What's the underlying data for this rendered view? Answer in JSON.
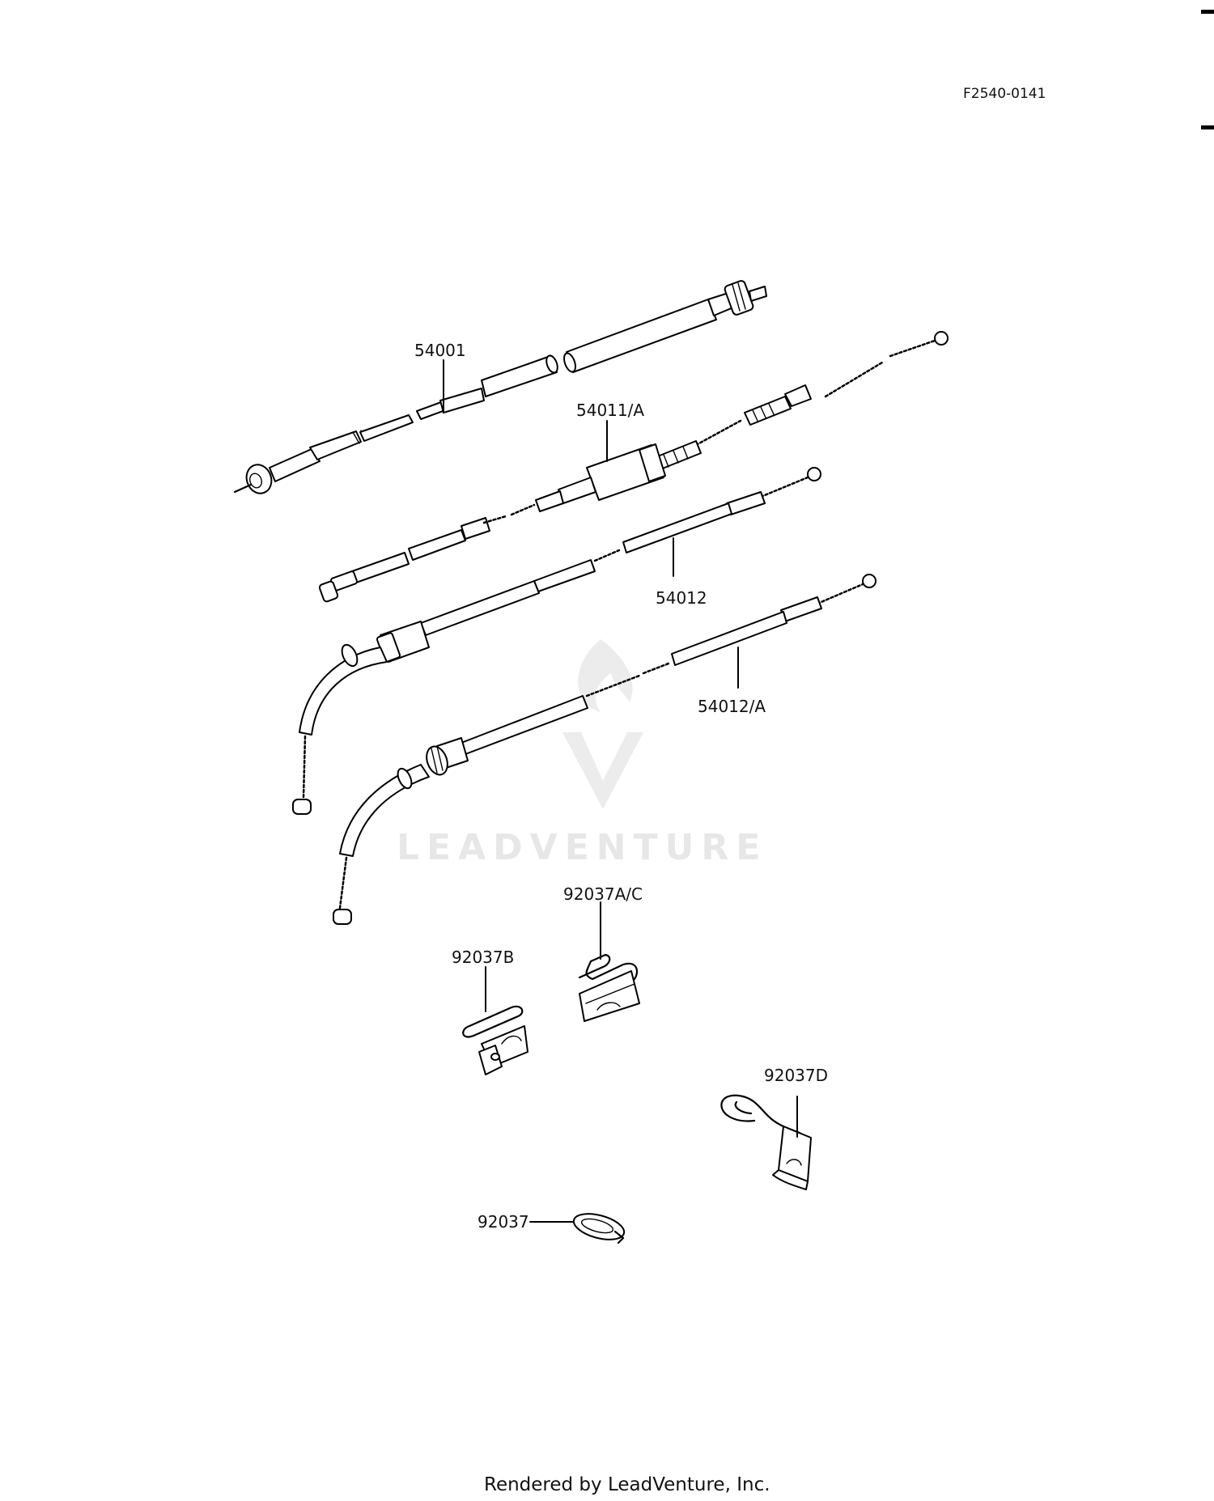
{
  "diagram_code": "F2540-0141",
  "watermark": "LEADVENTURE",
  "footer": "Rendered by LeadVenture, Inc.",
  "parts": [
    {
      "id": "p54001",
      "label": "54001"
    },
    {
      "id": "p54011a",
      "label": "54011/A"
    },
    {
      "id": "p54012",
      "label": "54012"
    },
    {
      "id": "p54012a",
      "label": "54012/A"
    },
    {
      "id": "p92037ac",
      "label": "92037A/C"
    },
    {
      "id": "p92037b",
      "label": "92037B"
    },
    {
      "id": "p92037d",
      "label": "92037D"
    },
    {
      "id": "p92037",
      "label": "92037"
    }
  ]
}
